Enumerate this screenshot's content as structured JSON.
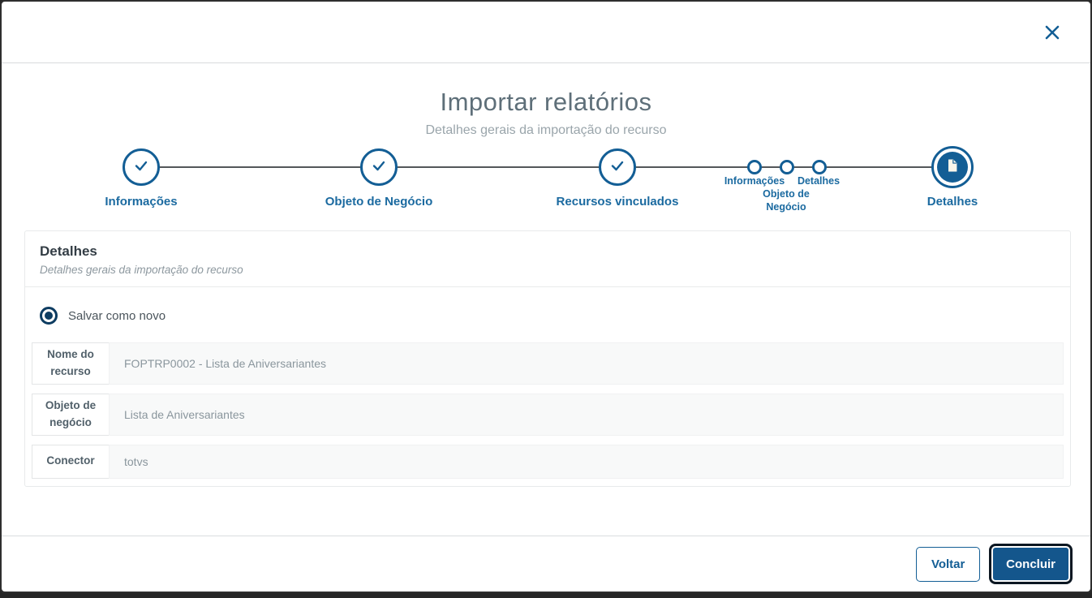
{
  "modal": {
    "title": "Importar relatórios",
    "subtitle": "Detalhes gerais da importação do recurso",
    "close_icon": "x-close"
  },
  "stepper": {
    "steps": [
      {
        "label": "Informações",
        "state": "completed",
        "icon": "check-icon"
      },
      {
        "label": "Objeto de Negócio",
        "state": "completed",
        "icon": "check-icon"
      },
      {
        "label": "Recursos vinculados",
        "state": "completed",
        "icon": "check-icon"
      },
      {
        "label": "Informações",
        "state": "collapsed",
        "icon": "dot"
      },
      {
        "label": "Objeto de Negócio",
        "state": "collapsed",
        "icon": "dot"
      },
      {
        "label": "Detalhes",
        "state": "collapsed",
        "icon": "dot"
      },
      {
        "label": "Detalhes",
        "state": "active",
        "icon": "document-icon"
      }
    ]
  },
  "panel": {
    "title": "Detalhes",
    "subtitle": "Detalhes gerais da importação do recurso",
    "radio": {
      "label": "Salvar como novo",
      "checked": true
    },
    "fields": [
      {
        "label": "Nome do recurso",
        "value": "FOPTRP0002 - Lista de Aniversariantes"
      },
      {
        "label": "Objeto de negócio",
        "value": "Lista de Aniversariantes"
      },
      {
        "label": "Conector",
        "value": "totvs"
      }
    ]
  },
  "footer": {
    "back_label": "Voltar",
    "finish_label": "Concluir"
  },
  "colors": {
    "primary": "#135e95",
    "radio": "#0d3c61",
    "finish_button_bg": "#14568c",
    "finish_focus_ring": "#0c1722",
    "stepper_line": "#53575a"
  }
}
